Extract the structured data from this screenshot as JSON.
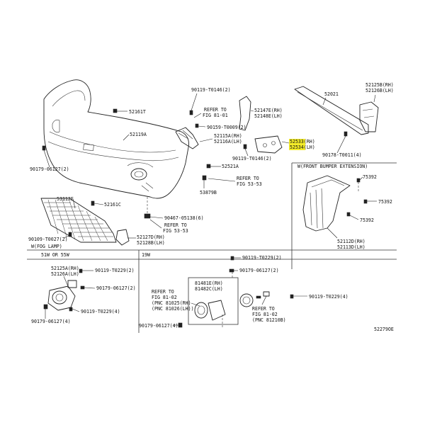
{
  "labels": {
    "l52161T": "52161T",
    "l52119A": "52119A",
    "l90179_06127_2a": "90179-06127(2)",
    "l53112E": "53112E",
    "l52161C": "52161C",
    "l90109_T0027_2": "90109-T0027(2)",
    "lWFOG": "W(FOG LAMP)",
    "l90119_T0146_2a": "90119-T0146(2)",
    "lREF81_01_a": "REFER TO",
    "lREF81_01_b": "FIG 81-01",
    "l90159_T0009_2": "90159-T0009(2)",
    "l52147E": "52147E(RH)",
    "l52148E": "52148E(LH)",
    "l52115A": "52115A(RH)",
    "l52116A": "52116A(LH)",
    "l90119_T0146_2b": "90119-T0146(2)",
    "l52521A": "52521A",
    "lREF53_53_a": "REFER TO",
    "lREF53_53_b": "FIG 53-53",
    "l53879B": "53879B",
    "l90467_05138_6": "90467-05138(6)",
    "lREF53_53_c": "REFER TO",
    "lREF53_53_d": "FIG 53-53",
    "l52127D": "52127D(RH)",
    "l52128B": "52128B(LH)",
    "l52021": "52021",
    "l52125B": "52125B(RH)",
    "l52126B": "52126B(LH)",
    "l52533": "52533(RH)",
    "l52534": "52534(LH)",
    "l90178_T0011_4": "90178-T0011(4)",
    "lWFBE": "W(FRONT BUMPER EXTENSION)",
    "l75392a": "75392",
    "l75392b": "75392",
    "l75392c": "75392",
    "l52112D": "52112D(RH)",
    "l52113D": "52113D(LH)",
    "l51W55W": "51W OR 55W",
    "l19W": "19W",
    "l52125A": "52125A(RH)",
    "l52126A": "52126A(LH)",
    "l90119_T0229_2a": "90119-T0229(2)",
    "l90179_06127_2b": "90179-06127(2)",
    "l90119_T0229_4a": "90119-T0229(4)",
    "l90179_06127_4": "90179-06127(4)",
    "lREF81_02_a": "REFER TO",
    "lREF81_02_b": "FIG 81-02",
    "lPNC81025": "(PNC 81025(RH)",
    "lPNC81026": "(PNC 81026(LH))",
    "l81481E": "81481E(RH)",
    "l81482C": "81482C(LH)",
    "l90119_T0229_2b": "90119-T0229(2)",
    "l90179_06127_2c": "90179-06127(2)",
    "lREF81_02_c": "REFER TO",
    "lREF81_02_d": "FIG 81-02",
    "lPNC81210B": "(PNC 81210B)",
    "l90119_T0229_4b": "90119-T0229(4)",
    "l90179_06127_4b": "90179-06127(4)",
    "lDiagramNo": "52279OE"
  },
  "colors": {
    "highlight": "#f4ec2a",
    "ink": "#222222"
  }
}
